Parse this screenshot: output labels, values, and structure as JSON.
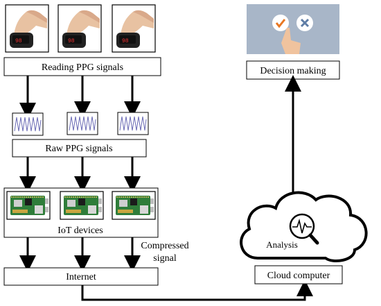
{
  "labels": {
    "reading": "Reading PPG signals",
    "raw": "Raw PPG signals",
    "iot": "IoT devices",
    "compressed_line1": "Compressed",
    "compressed_line2": "signal",
    "internet": "Internet",
    "decision": "Decision making",
    "analysis": "Analysis",
    "cloud_computer": "Cloud computer"
  },
  "icons": {
    "finger": "pulse-oximeter-finger-photo",
    "waveform": "ppg-waveform-icon",
    "board": "raspberry-pi-board-icon",
    "check": "check-icon",
    "cross": "cross-icon",
    "hand": "pointing-hand-icon",
    "cloud": "cloud-icon",
    "magnifier": "magnifier-icon"
  },
  "colors": {
    "board_green": "#2f7d3a",
    "decision_bg": "#a8b6c8",
    "check_orange": "#e87722",
    "cross_blue": "#5f7da6",
    "wave_purple": "#6b6bb5"
  }
}
